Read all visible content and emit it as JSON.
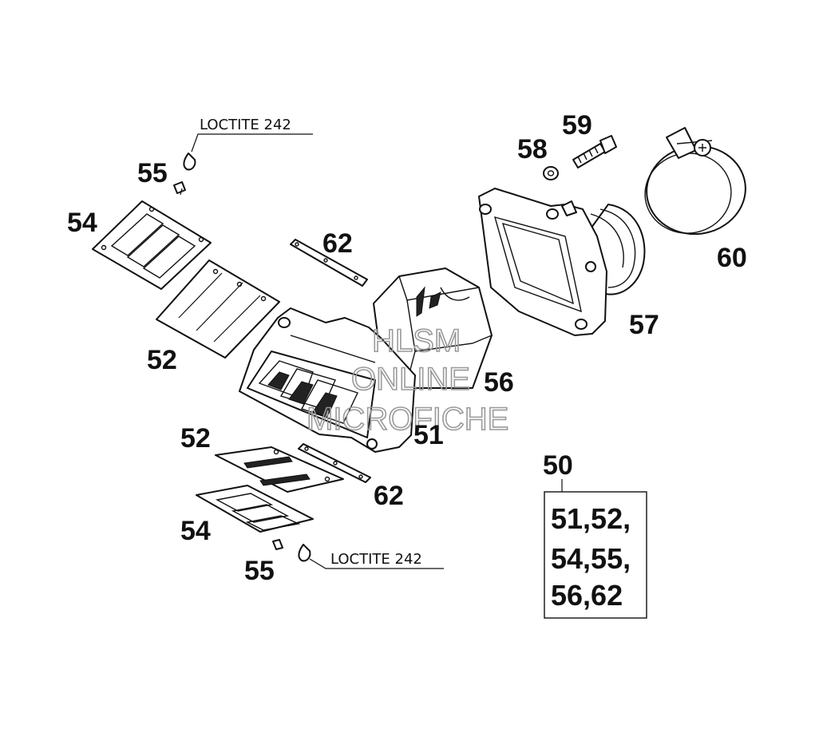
{
  "callouts": {
    "c55_top": "55",
    "c54_top": "54",
    "c52_top": "52",
    "c62_top": "62",
    "c51": "51",
    "c56": "56",
    "c57": "57",
    "c58": "58",
    "c59": "59",
    "c60": "60",
    "c52_bottom": "52",
    "c62_bottom": "62",
    "c54_bottom": "54",
    "c55_bottom": "55",
    "c50": "50"
  },
  "notes": {
    "loctite_top": "LOCTITE 242",
    "loctite_bottom": "LOCTITE 242"
  },
  "kit_box": {
    "line1": "51,52,",
    "line2": "54,55,",
    "line3": "56,62"
  },
  "watermark": {
    "line1": "HLSM",
    "line2": "ONLINE",
    "line3": "MICROFICHE"
  }
}
